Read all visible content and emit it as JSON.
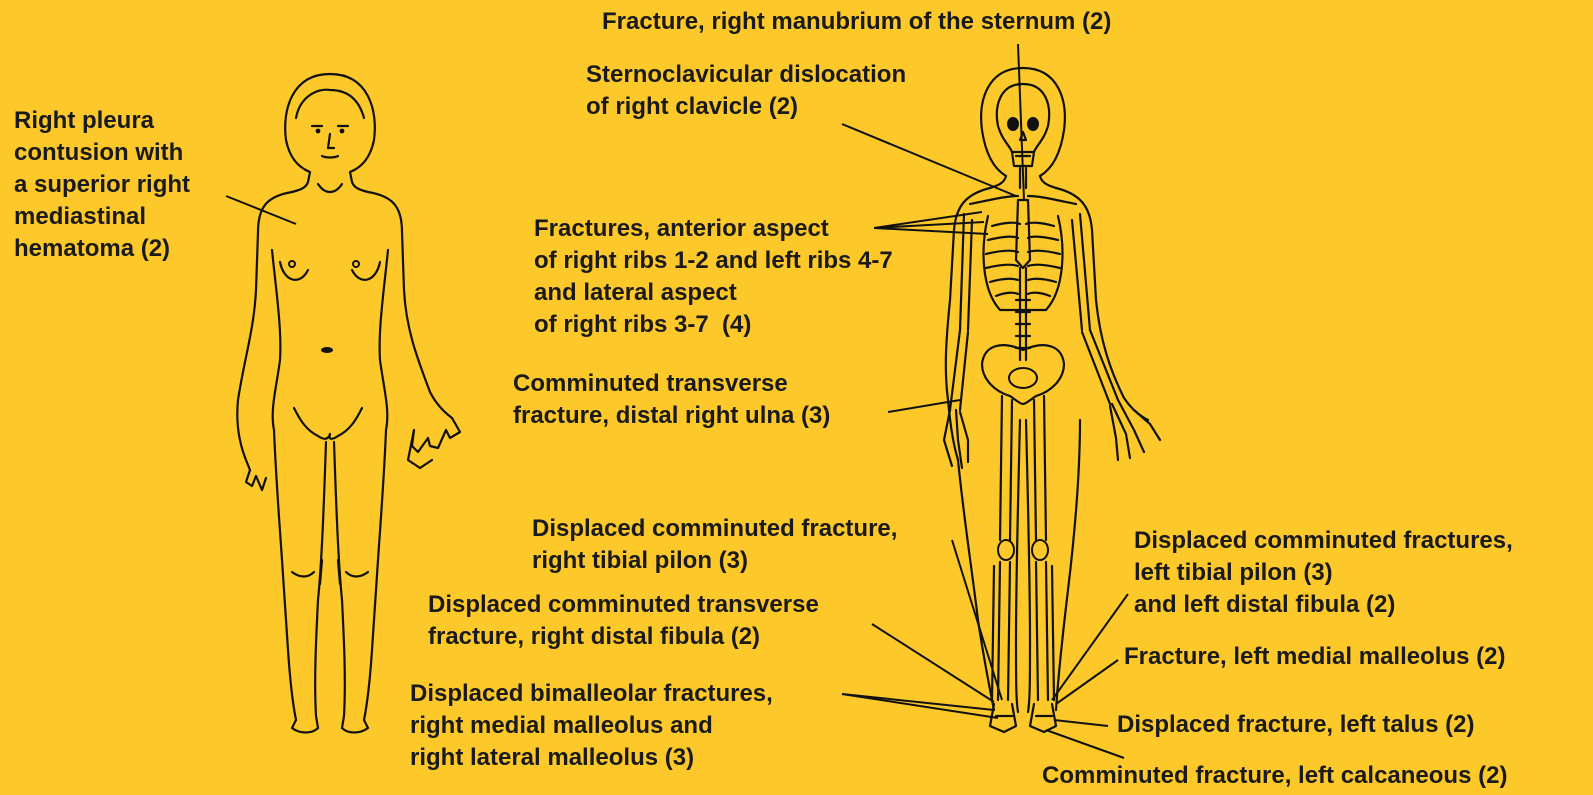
{
  "background_color": "#FDC82A",
  "text_color": "#1a1a1a",
  "labels": {
    "manubrium": "Fracture, right manubrium of the sternum (2)",
    "sternoclavicular": "Sternoclavicular dislocation\nof right clavicle (2)",
    "pleura": "Right pleura\ncontusion with\na superior right\nmediastinal\nhematoma (2)",
    "ribs": "Fractures, anterior aspect\nof right ribs 1-2 and left ribs 4-7\nand lateral aspect\nof right ribs 3-7  (4)",
    "ulna": "Comminuted transverse\nfracture, distal right ulna (3)",
    "right_tibial_pilon": "Displaced comminuted fracture,\nright tibial pilon (3)",
    "right_distal_fibula": "Displaced comminuted transverse\nfracture, right distal fibula (2)",
    "bimalleolar": "Displaced bimalleolar fractures,\nright medial malleolus and\nright lateral malleolus (3)",
    "left_tibial_pilon": "Displaced comminuted fractures,\nleft tibial pilon (3)\nand left distal fibula (2)",
    "left_medial_malleolus": "Fracture, left medial malleolus (2)",
    "left_talus": "Displaced fracture, left talus (2)",
    "left_calcaneous": "Comminuted fracture, left calcaneous (2)"
  },
  "figures": {
    "left": "body-outline",
    "right": "skeleton-outline"
  }
}
